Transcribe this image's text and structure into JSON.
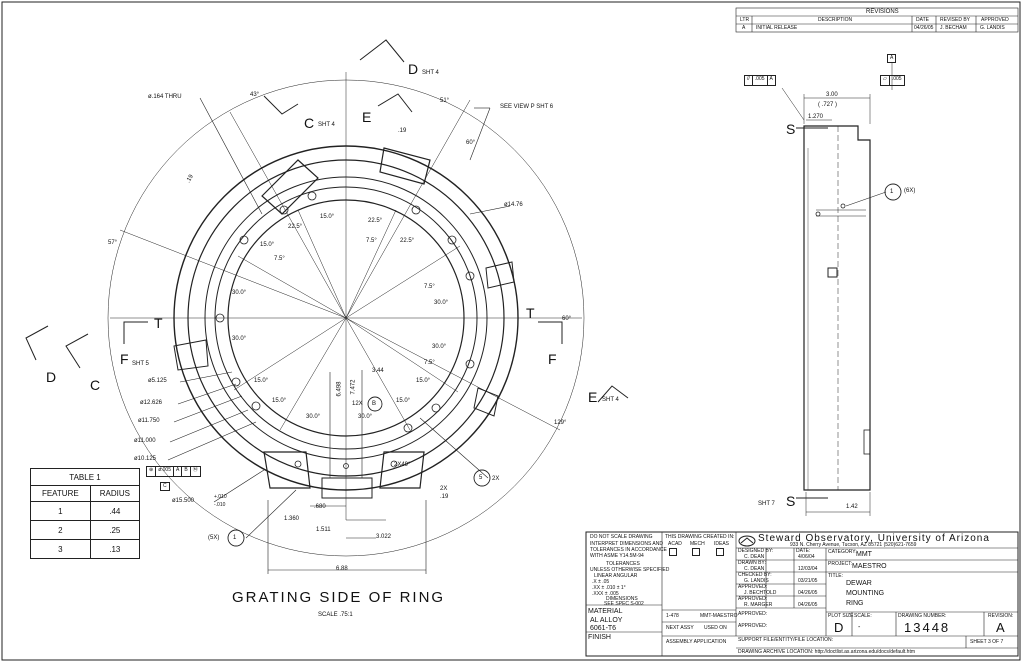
{
  "view_title": "GRATING SIDE OF RING",
  "view_scale": "SCALE .75:1",
  "revisions": {
    "title": "REVISIONS",
    "headers": [
      "LTR",
      "DESCRIPTION",
      "DATE",
      "REVISED BY",
      "APPROVED"
    ],
    "rows": [
      [
        "A",
        "INITIAL RELEASE",
        "04/26/05",
        "J. BECHAM",
        "G. LANDIS"
      ]
    ]
  },
  "feature_table": {
    "title": "TABLE 1",
    "headers": [
      "FEATURE",
      "RADIUS"
    ],
    "rows": [
      [
        "1",
        ".44"
      ],
      [
        "2",
        ".25"
      ],
      [
        "3",
        ".13"
      ]
    ]
  },
  "front_view": {
    "hole_note": "ø.164 THRU",
    "angles": {
      "a43": "43°",
      "a51": "51°",
      "a60top": "60°",
      "a57": "57°",
      "a60right": "60°",
      "a129": "129°",
      "a22_5a": "22.5°",
      "a15_0a": "15.0°",
      "a22_5b": "22.5°",
      "a15_0b": "15.0°",
      "a7_5a": "7.5°",
      "a7_5b": "7.5°",
      "a22_5c": "22.5°",
      "a7_5c": "7.5°",
      "a30_0a": "30.0°",
      "a30_0b": "30.0°",
      "a30_0c": "30.0°",
      "a30_0d": "30.0°",
      "a7_5d": "7.5°",
      "a15_0c": "15.0°",
      "a15_0d": "15.0°",
      "a15_0e": "15.0°",
      "a15_0f": "15.0°",
      "a30_0e": "30.0°",
      "a30_0f": "30.0°"
    },
    "see_view": "SEE VIEW P  SHT 6",
    "dims": {
      "d19a": ".19",
      "d19b": ".19",
      "d1476": "ø14.76",
      "d5125": "ø5.125",
      "d12626": "ø12.626",
      "d11750": "ø11.750",
      "d11000": "ø11.000",
      "d10125": "ø10.125",
      "d15500": "ø15.500",
      "tol_plus": "+.010",
      "tol_minus": "-.010",
      "d680": ".680",
      "d1360": "1.360",
      "d1511": "1.511",
      "d3022": "3.022",
      "d688": "6.88",
      "d6498": "6.498",
      "d7472": "7.472",
      "d344": "3.44",
      "n12x": "12X",
      "n2x49": "2X49°",
      "n2x": "2X",
      "n2x19": ".19",
      "n5x": "(5X)",
      "n2k": "2X"
    },
    "tol_frame": [
      "⊕",
      "ø.005",
      "A",
      "B",
      "Ⓜ"
    ],
    "datum_c": "C",
    "sections": {
      "d_letter": "D",
      "d_sht": "SHT 4",
      "c_letter": "C",
      "c_sht": "SHT 4",
      "e_letter": "E",
      "e_sht": "SHT 4",
      "f_letter": "F",
      "f_sht": "SHT 5",
      "t_letter": "T",
      "d_left": "D",
      "c_left": "C",
      "f_right": "F",
      "t_right": "T"
    },
    "bubbles": {
      "one": "1",
      "five": "5"
    }
  },
  "side_view": {
    "flatness": [
      "//",
      ".005",
      "A"
    ],
    "datum": "A",
    "flat_frame": [
      "▱",
      ".005"
    ],
    "dim_300": "3.00",
    "dim_727": "( .727 )",
    "dim_1270": "1.270",
    "dim_142": "1.42",
    "s_top": "S",
    "s_bottom": "S",
    "sht7": "SHT 7",
    "callout_num": "1",
    "callout_text": "(6X)"
  },
  "title_block": {
    "org": "Steward Observatory, University of Arizona",
    "address": "933 N. Cherry Avenue, Tucson, AZ  85721   (520)621-7659",
    "notes": [
      "DO NOT SCALE DRAWING",
      "INTERPRET DIMENSIONS AND",
      "TOLERANCES IN ACCORDANCE",
      "WITH ASME Y14.5M-94"
    ],
    "created_in": "THIS DRAWING CREATED IN:",
    "created_opts": [
      "ACAD",
      "MECH",
      "IDEAS"
    ],
    "tolerances": [
      "TOLERANCES",
      "UNLESS OTHERWISE SPECIFIED",
      "LINEAR        ANGULAR",
      ".X   ± .05",
      ".XX  ± .010       ± 1°",
      ".XXX ± .005",
      "DIMENSIONS",
      "SEE SPEC S-002"
    ],
    "material_label": "MATERIAL",
    "material_value": "AL  ALLOY",
    "material_spec": "6061-T6",
    "finish_label": "FINISH",
    "designed_by_label": "DESIGNED BY:",
    "designed_by": "C. DEAN",
    "drawn_by_label": "DRAWN BY:",
    "drawn_by": "C. DEAN",
    "checked_by_label": "CHECKED BY:",
    "checked_by": "G. LANDIS",
    "approved1_label": "APPROVED:",
    "approved1": "J. BECHTOLD",
    "approved2_label": "APPROVED:",
    "approved2": "R. MARGER",
    "date_label": "DATE:",
    "dates": [
      "4/06/04",
      "12/03/04",
      "03/21/05",
      "04/26/05",
      "04/26/05"
    ],
    "category_label": "CATEGORY:",
    "category": "MMT",
    "project_label": "PROJECT:",
    "project": "MAESTRO",
    "title_label": "TITLE:",
    "title": [
      "DEWAR",
      "MOUNTING",
      "RING"
    ],
    "next_assy_value": "1-478",
    "used_on_value": "MMT-MAESTRO",
    "next_assy": "NEXT ASSY",
    "used_on": "USED ON",
    "assembly_app": "ASSEMBLY APPLICATION",
    "support_file": "SUPPORT FILE/ENTITY/FILE LOCATION:",
    "archive": "DRAWING ARCHIVE LOCATION: http://doctlist.as.arizona.edu/docs/default.htm",
    "plot_size_label": "PLOT SIZE",
    "plot_size": "D",
    "scale_label": "SCALE:",
    "scale": "-",
    "drawing_number_label": "DRAWING NUMBER:",
    "drawing_number": "13448",
    "revision_label": "REVISION:",
    "revision": "A",
    "sheet": "SHEET 3  OF 7"
  }
}
